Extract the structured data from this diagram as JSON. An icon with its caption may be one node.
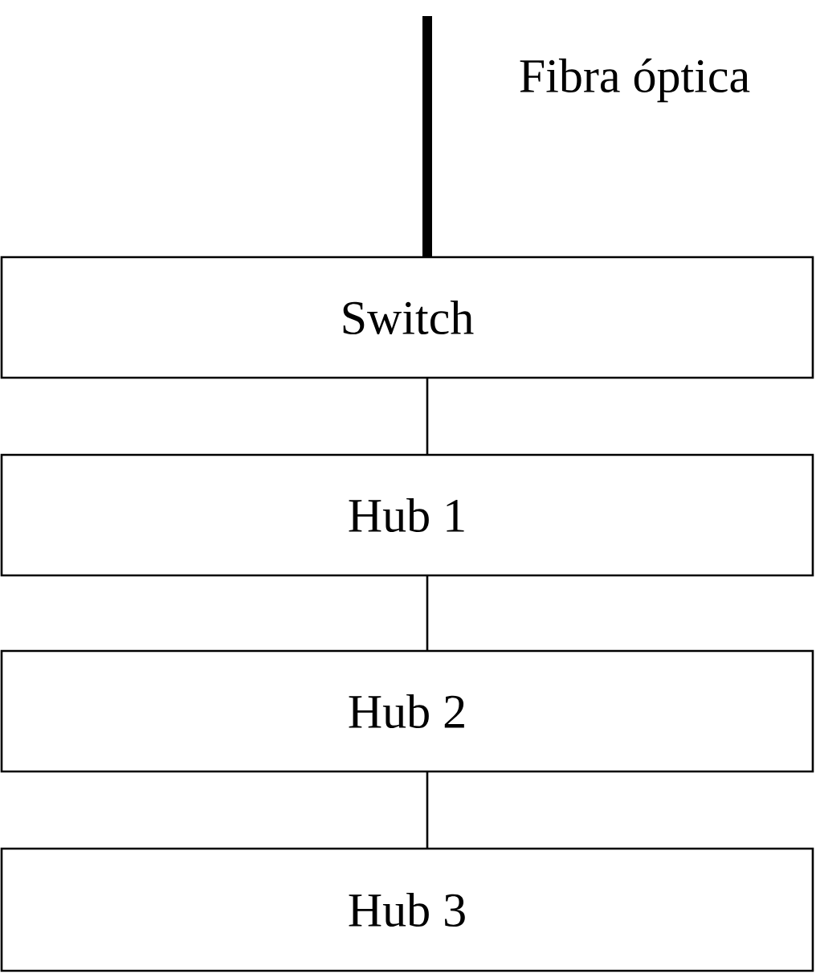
{
  "diagram": {
    "nodes": [
      {
        "text": [
          "Switch"
        ]
      },
      {
        "text": [
          "Hub 1"
        ]
      },
      {
        "text": [
          "Hub 2"
        ]
      },
      {
        "text": [
          "Hub 3"
        ]
      }
    ],
    "edges": [
      {
        "from": null,
        "to": 0,
        "arrow": "none",
        "style": "thick",
        "label": "Fibra óptica"
      },
      {
        "from": 0,
        "to": 1,
        "arrow": "none"
      },
      {
        "from": 1,
        "to": 2,
        "arrow": "none"
      },
      {
        "from": 2,
        "to": 3,
        "arrow": "none"
      }
    ]
  }
}
